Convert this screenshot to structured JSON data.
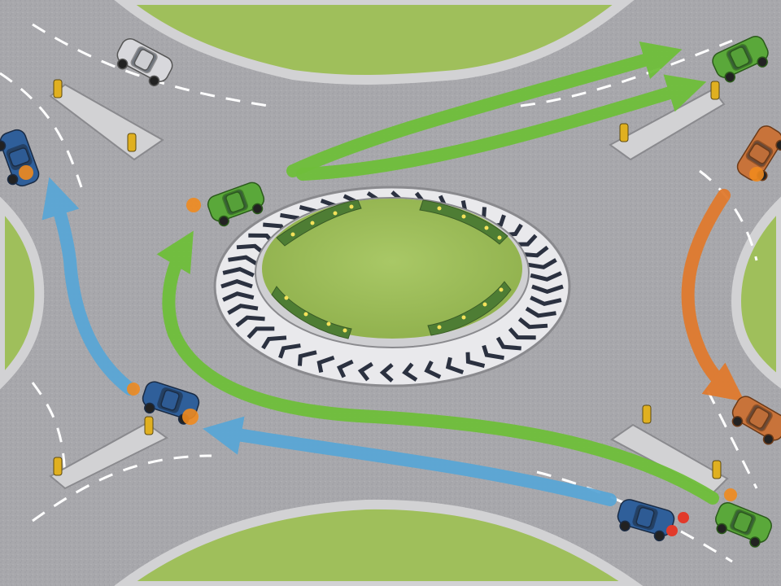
{
  "scene": {
    "colors": {
      "asphalt": "#a8a8ac",
      "asphalt_dark": "#97979c",
      "grass": "#9fbf5b",
      "grass_dark": "#86a845",
      "kerb": "#d2d2d4",
      "kerb_edge": "#8a8a8e",
      "lane_marking": "#ffffff",
      "chevron": "#2b3140",
      "arrow_green": "#6fbf3a",
      "arrow_blue": "#5aa6d6",
      "arrow_orange": "#e07a2e",
      "car_green": "#5aa83a",
      "car_blue": "#2f5f9a",
      "car_orange": "#c8733a",
      "car_silver": "#d8d8dc",
      "indicator": "#f08a1e",
      "brake_light": "#e23a2a",
      "bollard": "#e0b020"
    },
    "manoeuvres": [
      {
        "id": "left-turn-exit",
        "color": "blue"
      },
      {
        "id": "ahead-exit",
        "color": "blue"
      },
      {
        "id": "right-turn-exit",
        "color": "green"
      },
      {
        "id": "full-circle-exit",
        "color": "green"
      },
      {
        "id": "left-entry-turn",
        "color": "orange"
      }
    ]
  }
}
